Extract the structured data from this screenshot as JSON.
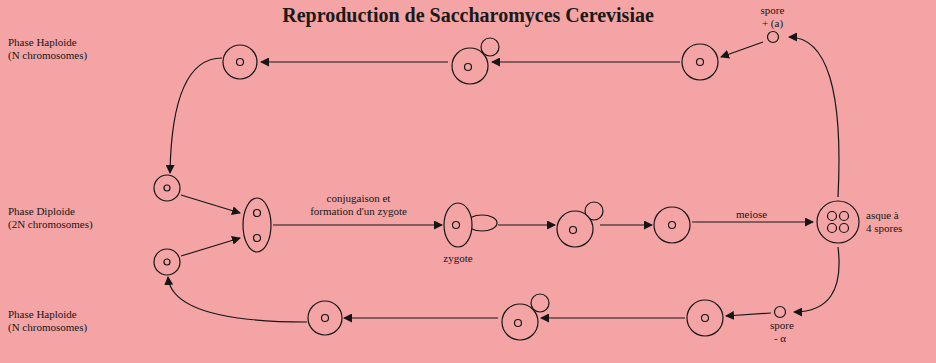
{
  "diagram": {
    "title": "Reproduction de Saccharomyces Cerevisiae",
    "nodes": [
      {
        "text": [
          "spore + (a)"
        ]
      },
      {
        "text": [
          "zygote"
        ]
      },
      {
        "text": [
          "asque à 4 spores"
        ]
      },
      {
        "text": [
          "spore - α"
        ]
      }
    ],
    "edges": [
      {
        "from": 2,
        "to": 0,
        "arrow": "to"
      },
      {
        "from": 2,
        "to": 3,
        "arrow": "to"
      }
    ],
    "labels": [
      "Phase Haploide (N chromosomes)",
      "Phase Diploide (2N chromosomes)",
      "Phase Haploide (N chromosomes)",
      "conjugaison et formation d'un zygote",
      "meiose"
    ]
  }
}
